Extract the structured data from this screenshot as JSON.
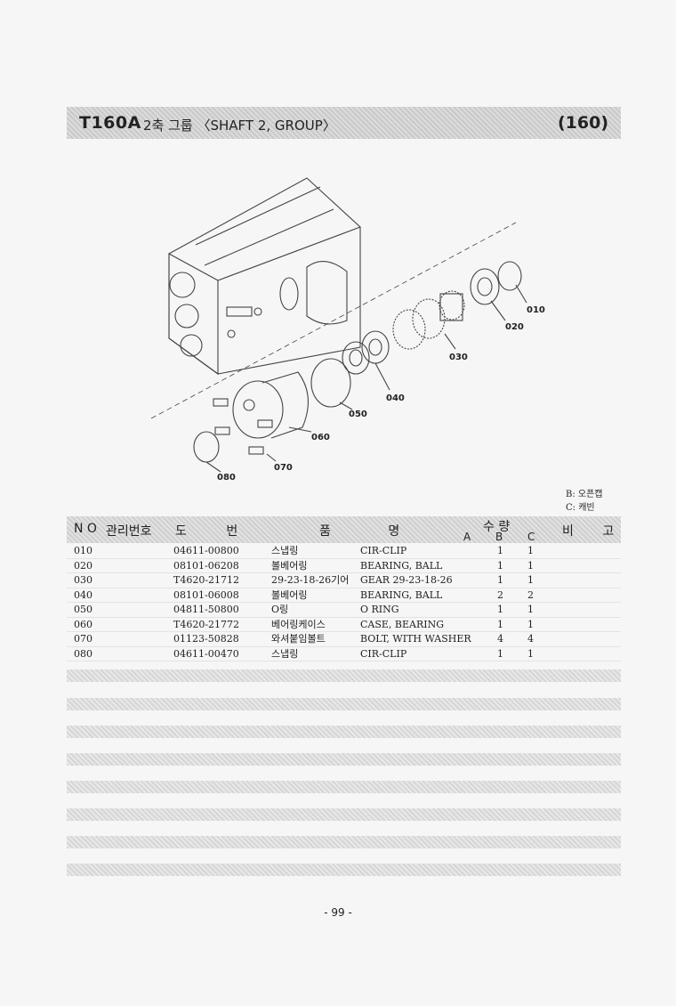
{
  "header": {
    "model": "T160A",
    "title": "2축 그룹 〈SHAFT 2, GROUP〉",
    "group_number": "(160)"
  },
  "diagram": {
    "callouts": [
      "010",
      "020",
      "030",
      "040",
      "050",
      "060",
      "070",
      "080"
    ]
  },
  "legend": {
    "b": "B: 오픈캡",
    "c": "C: 캐빈"
  },
  "table": {
    "headers": {
      "no": "N O",
      "mgmt": "관리번호",
      "drawing": "도 번",
      "name": "품 명",
      "qty": "수 량",
      "qty_a": "A",
      "qty_b": "B",
      "qty_c": "C",
      "remarks": "비 고"
    },
    "rows": [
      {
        "no": "010",
        "part": "04611-00800",
        "kor": "스냅링",
        "eng": "CIR-CLIP",
        "b": "1",
        "c": "1"
      },
      {
        "no": "020",
        "part": "08101-06208",
        "kor": "볼베어링",
        "eng": "BEARING, BALL",
        "b": "1",
        "c": "1"
      },
      {
        "no": "030",
        "part": "T4620-21712",
        "kor": "29-23-18-26기어",
        "eng": "GEAR 29-23-18-26",
        "b": "1",
        "c": "1"
      },
      {
        "no": "040",
        "part": "08101-06008",
        "kor": "볼베어링",
        "eng": "BEARING, BALL",
        "b": "2",
        "c": "2"
      },
      {
        "no": "050",
        "part": "04811-50800",
        "kor": "O링",
        "eng": "O RING",
        "b": "1",
        "c": "1"
      },
      {
        "no": "060",
        "part": "T4620-21772",
        "kor": "베어링케이스",
        "eng": "CASE, BEARING",
        "b": "1",
        "c": "1"
      },
      {
        "no": "070",
        "part": "01123-50828",
        "kor": "와셔붙임볼트",
        "eng": "BOLT, WITH WASHER",
        "b": "4",
        "c": "4"
      },
      {
        "no": "080",
        "part": "04611-00470",
        "kor": "스냅링",
        "eng": "CIR-CLIP",
        "b": "1",
        "c": "1"
      }
    ]
  },
  "footer": {
    "page": "- 99 -"
  }
}
